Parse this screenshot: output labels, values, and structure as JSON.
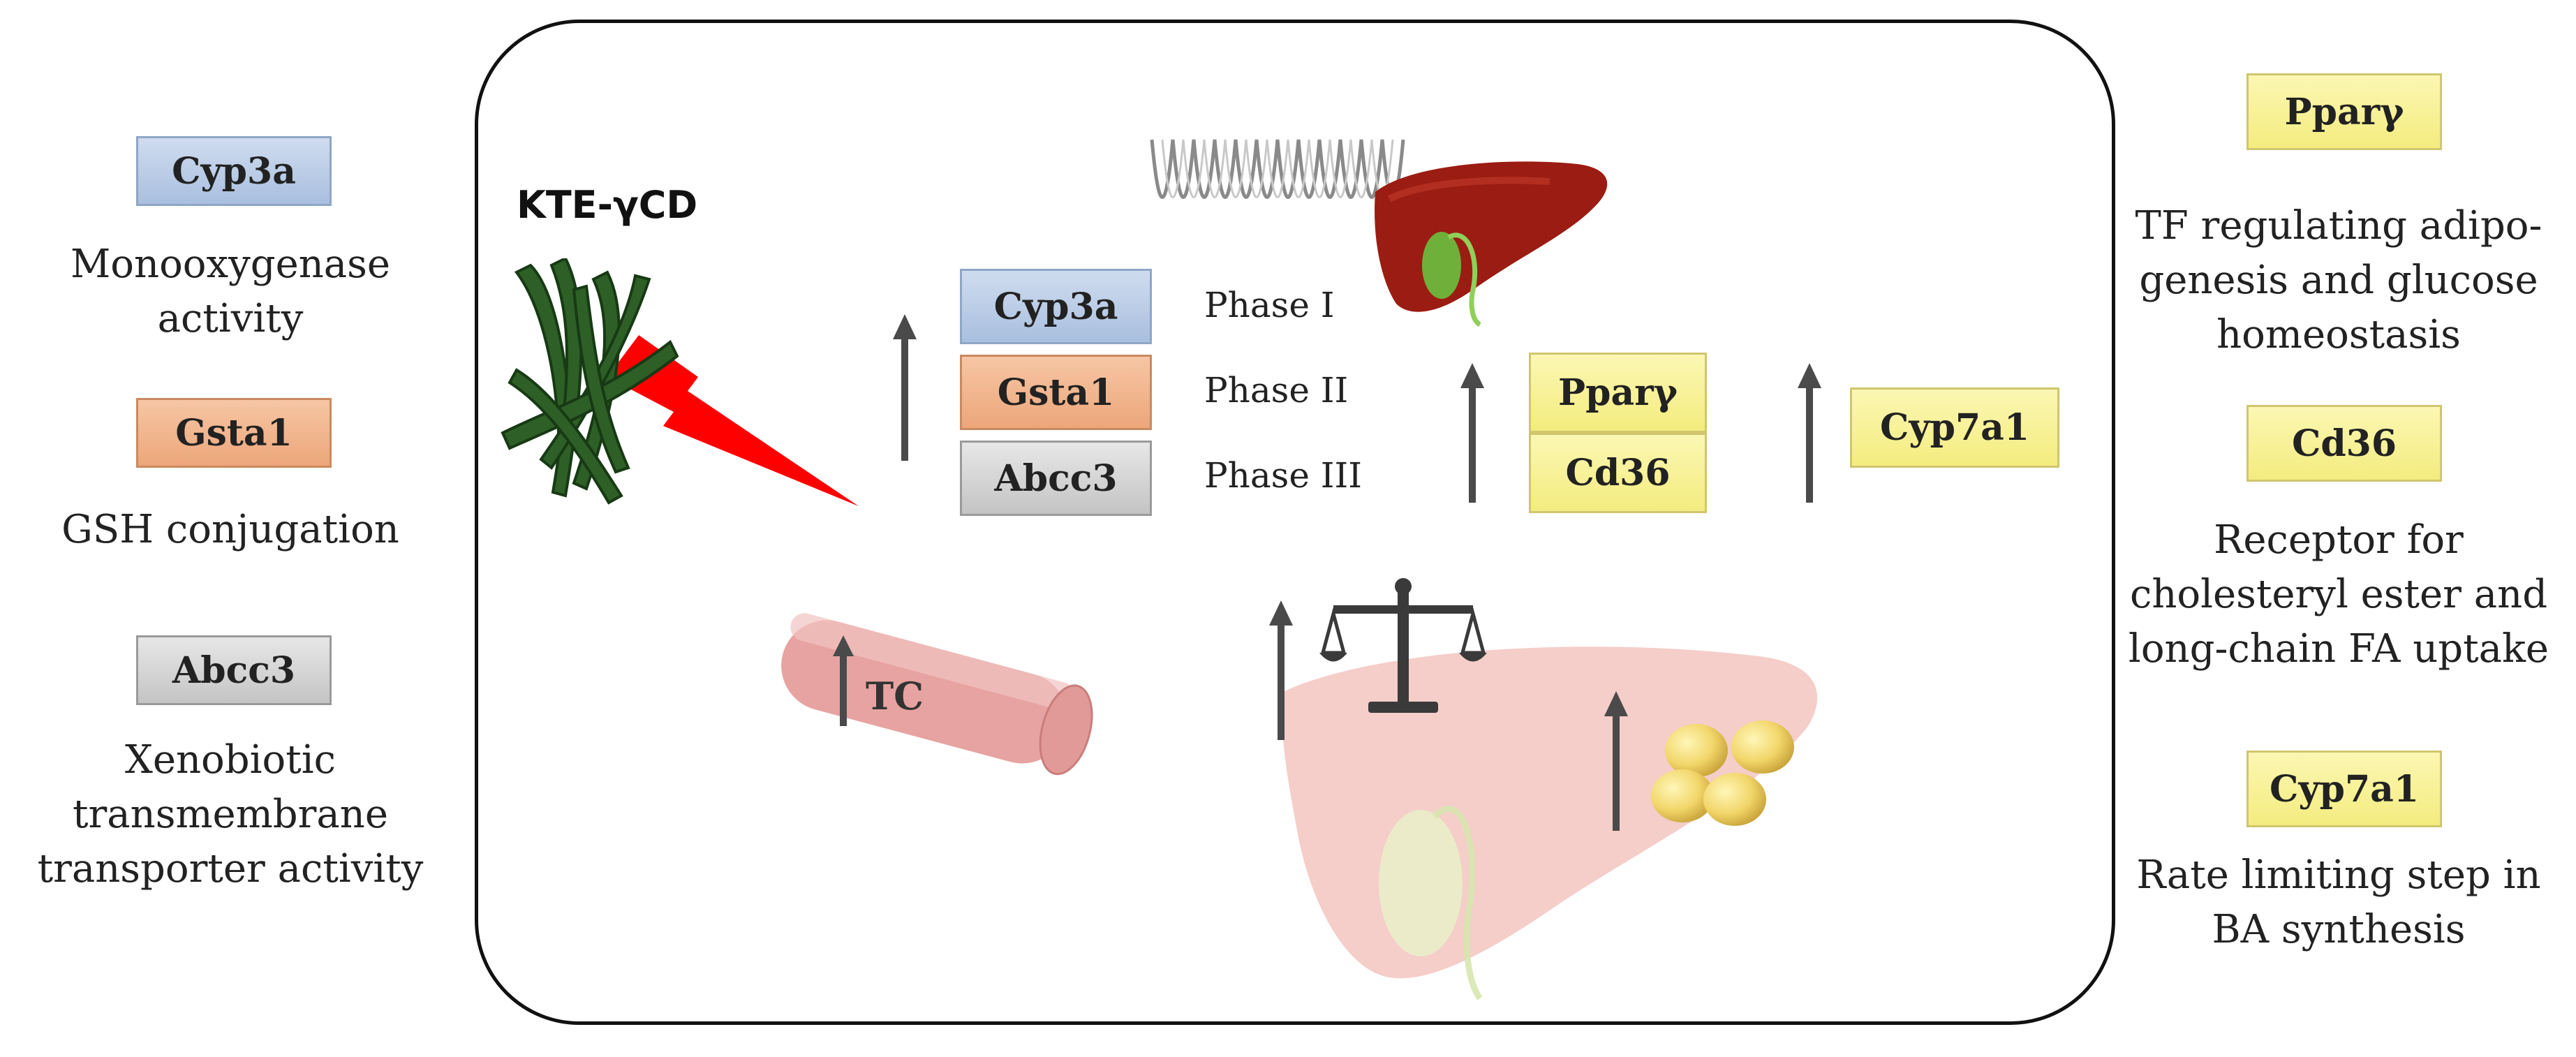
{
  "left_legend": [
    {
      "gene": "Cyp3a",
      "color": "blue",
      "desc_lines": [
        "Monooxygenase",
        "activity"
      ]
    },
    {
      "gene": "Gsta1",
      "color": "orange",
      "desc_lines": [
        "GSH conjugation"
      ]
    },
    {
      "gene": "Abcc3",
      "color": "gray",
      "desc_lines": [
        "Xenobiotic",
        "transmembrane",
        "transporter activity"
      ]
    }
  ],
  "right_legend": [
    {
      "gene": "Pparγ",
      "color": "yellow",
      "desc_lines": [
        "TF regulating adipo-",
        "genesis and glucose",
        "homeostasis"
      ]
    },
    {
      "gene": "Cd36",
      "color": "yellow",
      "desc_lines": [
        "Receptor for",
        "cholesteryl ester and",
        "long-chain FA uptake"
      ]
    },
    {
      "gene": "Cyp7a1",
      "color": "yellow",
      "desc_lines": [
        "Rate limiting step in",
        "BA synthesis"
      ]
    }
  ],
  "center": {
    "treatment_label": "KTE-γCD",
    "phase_genes": [
      "Cyp3a",
      "Gsta1",
      "Abcc3"
    ],
    "phases": [
      "Phase I",
      "Phase II",
      "Phase III"
    ],
    "ppar_genes": [
      "Pparγ",
      "Cd36"
    ],
    "cyp7a1": "Cyp7a1",
    "tc_label": "TC"
  },
  "colors": {
    "blue": "#b7c9e6",
    "orange": "#f0b48c",
    "gray": "#d3d3d3",
    "yellow": "#f8f29a",
    "arrow": "#4a4a4a",
    "liver": "#9b1c12",
    "lightning": "#ff0000"
  }
}
